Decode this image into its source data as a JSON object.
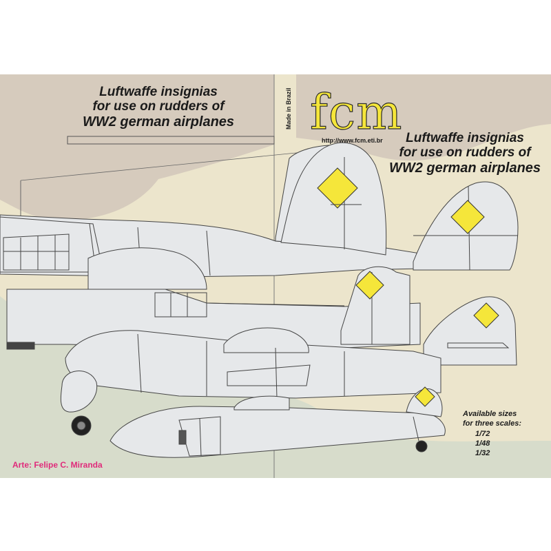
{
  "header": {
    "title_lines": [
      "Luftwaffe insignias",
      "for use on rudders of",
      "WW2 german airplanes"
    ]
  },
  "brand": {
    "logo": "fcm",
    "made_in": "Made in Brazil",
    "url": "http://www.fcm.eti.br"
  },
  "credit": "Arte: Felipe C. Miranda",
  "sizes": {
    "heading_1": "Available sizes",
    "heading_2": "for three scales:",
    "scales": [
      "1/72",
      "1/48",
      "1/32"
    ]
  },
  "colors": {
    "insignia_yellow": "#f5e63a",
    "credit_pink": "#e02a7a",
    "camo_brown": "#d6cbbd",
    "camo_sand": "#ece5cc",
    "camo_green": "#d7dccb",
    "aircraft_grey": "#e6e8ea"
  }
}
